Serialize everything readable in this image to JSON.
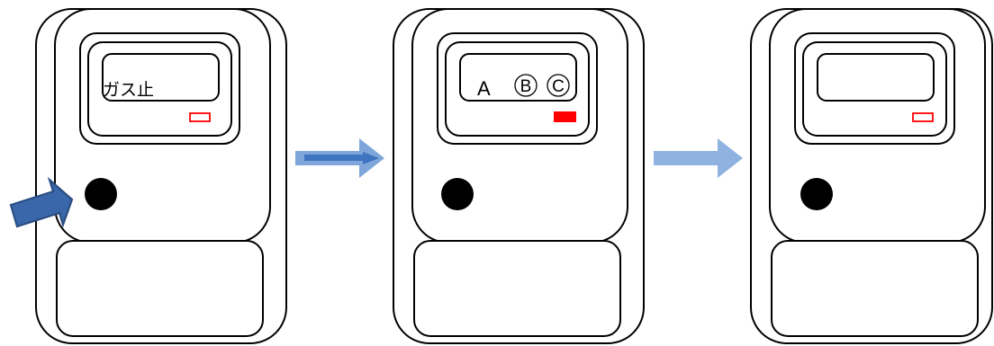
{
  "meters": [
    {
      "display_text": "ガス止",
      "display_letters": [],
      "indicator_lamp": "off",
      "has_press_arrow": true
    },
    {
      "display_text": "",
      "display_letters": [
        {
          "text": "A",
          "circled": false
        },
        {
          "text": "B",
          "circled": true
        },
        {
          "text": "C",
          "circled": true
        }
      ],
      "indicator_lamp": "on",
      "has_press_arrow": false
    },
    {
      "display_text": "",
      "display_letters": [],
      "indicator_lamp": "off",
      "has_press_arrow": false
    }
  ],
  "colors": {
    "outline": "#000000",
    "lamp_on": "#ff0000",
    "lamp_off_border": "#ff0000",
    "press_arrow_fill": "#3a67a9",
    "press_arrow_stroke": "#2a4d82",
    "transition_arrow_1": "#5b8ed2",
    "transition_arrow_2": "#8fb2e0"
  },
  "icons": {
    "button": "restore-button-icon",
    "press_arrow": "press-arrow-icon",
    "transition_arrow": "right-arrow-icon"
  }
}
